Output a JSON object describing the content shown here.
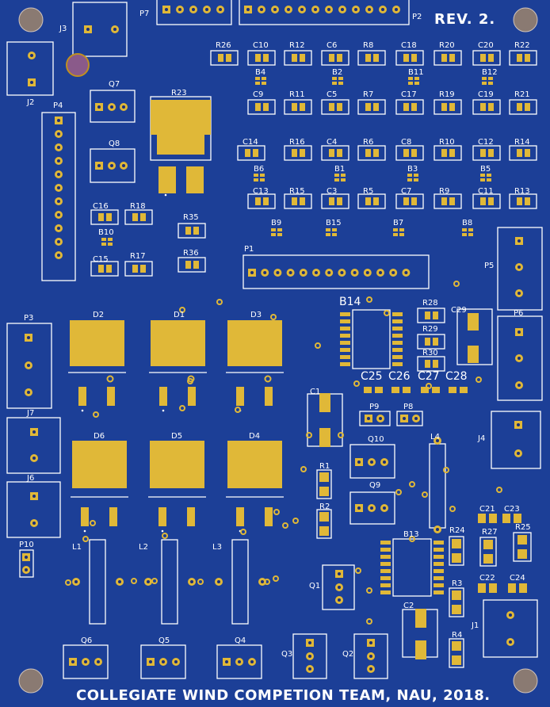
{
  "board": {
    "revision": "REV. 2.",
    "footer": "COLLEGIATE WIND COMPETION TEAM, NAU, 2018.",
    "colors": {
      "substrate": "#1c3f97",
      "copper": "#e0b838",
      "silkscreen": "#ffffff",
      "drill": "#8a7a72"
    }
  },
  "refs": {
    "P7": "P7",
    "P2": "P2",
    "J3": "J3",
    "J2": "J2",
    "Q7": "Q7",
    "Q8": "Q8",
    "P4": "P4",
    "R23": "R23",
    "R26": "R26",
    "C10": "C10",
    "R12": "R12",
    "C6": "C6",
    "R8": "R8",
    "C18": "C18",
    "R20": "R20",
    "C20": "C20",
    "R22": "R22",
    "B4": "B4",
    "B2": "B2",
    "B11": "B11",
    "B12": "B12",
    "C9": "C9",
    "R11": "R11",
    "C5": "C5",
    "R7": "R7",
    "C17": "C17",
    "R19": "R19",
    "C19": "C19",
    "R21": "R21",
    "C14": "C14",
    "R16": "R16",
    "C4": "C4",
    "R6": "R6",
    "C8": "C8",
    "R10": "R10",
    "C12": "C12",
    "R14": "R14",
    "B6": "B6",
    "B1": "B1",
    "B3": "B3",
    "B5": "B5",
    "C13": "C13",
    "R15": "R15",
    "C3": "C3",
    "R5": "R5",
    "C7": "C7",
    "R9": "R9",
    "C11": "C11",
    "R13": "R13",
    "C16": "C16",
    "R18": "R18",
    "R35": "R35",
    "B10": "B10",
    "C15": "C15",
    "R17": "R17",
    "R36": "R36",
    "B9": "B9",
    "B15": "B15",
    "B7": "B7",
    "B8": "B8",
    "P1": "P1",
    "P5": "P5",
    "B14": "B14",
    "R28": "R28",
    "R29": "R29",
    "R30": "R30",
    "C29": "C29",
    "P6": "P6",
    "C25": "C25",
    "C26": "C26",
    "C27": "C27",
    "C28": "C28",
    "P3": "P3",
    "D2": "D2",
    "D1": "D1",
    "D3": "D3",
    "J7": "J7",
    "C1": "C1",
    "P9": "P9",
    "P8": "P8",
    "D6": "D6",
    "D5": "D5",
    "D4": "D4",
    "Q10": "Q10",
    "L4": "L4",
    "J4": "J4",
    "J6": "J6",
    "R1": "R1",
    "Q9": "Q9",
    "R2": "R2",
    "C21": "C21",
    "C23": "C23",
    "P10": "P10",
    "L1": "L1",
    "L2": "L2",
    "L3": "L3",
    "B13": "B13",
    "R24": "R24",
    "R27": "R27",
    "R25": "R25",
    "Q1": "Q1",
    "C22": "C22",
    "C24": "C24",
    "R3": "R3",
    "C2": "C2",
    "J1": "J1",
    "R4": "R4",
    "Q6": "Q6",
    "Q5": "Q5",
    "Q4": "Q4",
    "Q3": "Q3",
    "Q2": "Q2"
  }
}
